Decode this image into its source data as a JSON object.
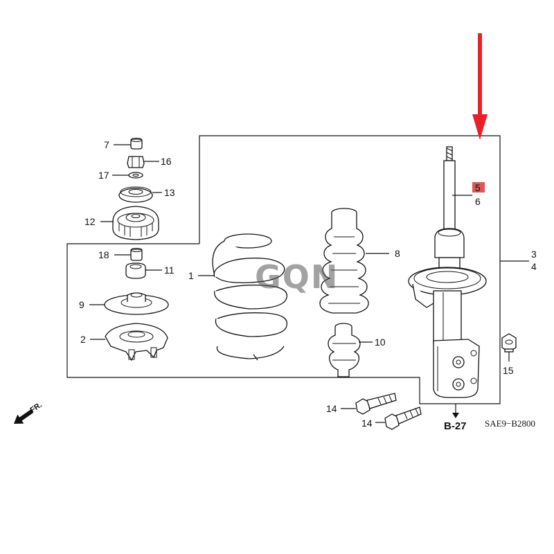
{
  "diagram": {
    "callouts": {
      "p1": "1",
      "p2": "2",
      "p3": "3",
      "p4": "4",
      "p5": "5",
      "p6": "6",
      "p7": "7",
      "p8": "8",
      "p9": "9",
      "p10": "10",
      "p11": "11",
      "p12": "12",
      "p13": "13",
      "p14a": "14",
      "p14b": "14",
      "p15": "15",
      "p16": "16",
      "p17": "17",
      "p18": "18"
    },
    "page_ref": "B-27",
    "catalog_code": "SAE9−B2800",
    "front_label": "FR.",
    "watermark": "GQN",
    "highlight_color": "#e8202a",
    "highlight_box_color": "#e05555"
  }
}
